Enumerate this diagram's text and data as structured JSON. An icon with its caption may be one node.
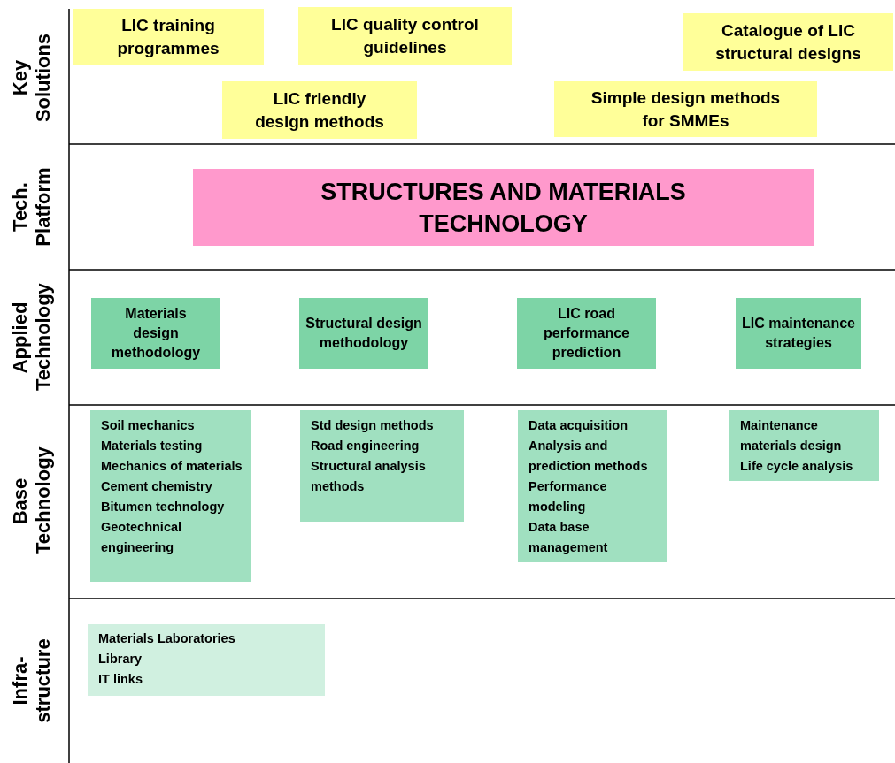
{
  "diagram": {
    "nodes": [
      {
        "text": [
          "LIC training programmes"
        ]
      },
      {
        "text": [
          "LIC quality control guidelines"
        ]
      },
      {
        "text": [
          "Catalogue of LIC structural designs"
        ]
      },
      {
        "text": [
          "LIC friendly design methods"
        ]
      },
      {
        "text": [
          "Simple design methods for SMMEs"
        ]
      },
      {
        "text": [
          "STRUCTURES AND MATERIALS TECHNOLOGY"
        ]
      },
      {
        "text": [
          "Materials design methodology"
        ]
      },
      {
        "text": [
          "Structural design methodology"
        ]
      },
      {
        "text": [
          "LIC road performance prediction"
        ]
      },
      {
        "text": [
          "LIC maintenance strategies"
        ]
      },
      {
        "text": [
          "Soil mechanics",
          "Materials testing",
          "Mechanics of materials",
          "Cement chemistry",
          "Bitumen technology",
          "Geotechnical engineering"
        ]
      },
      {
        "text": [
          "Std design methods",
          "Road engineering",
          "Structural analysis methods"
        ]
      },
      {
        "text": [
          "Data acquisition",
          "Analysis and prediction methods",
          "Performance modeling",
          "Data base management"
        ]
      },
      {
        "text": [
          "Maintenance materials design",
          "Life cycle analysis"
        ]
      },
      {
        "text": [
          "Materials Laboratories",
          "Library",
          "IT links"
        ]
      }
    ],
    "edges": [],
    "labels": [
      "Key Solutions",
      "Tech. Platform",
      "Applied Technology",
      "Base Technology",
      "Infra-structure"
    ]
  }
}
